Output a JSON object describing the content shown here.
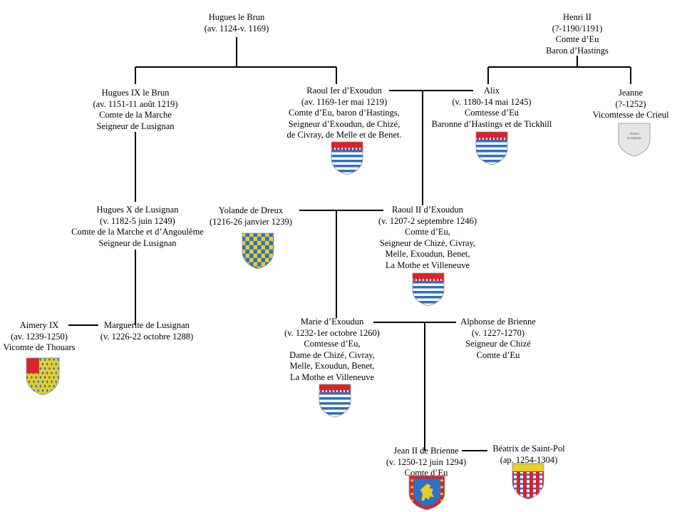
{
  "persons": [
    {
      "id": "hugues-le-brun",
      "lines": [
        "Hugues le Brun",
        "(av. 1124-v. 1169)"
      ]
    },
    {
      "id": "henri-ii",
      "lines": [
        "Henri II",
        "(?-1190/1191)",
        "Comte d’Eu",
        "Baron d’Hastings"
      ]
    },
    {
      "id": "hugues-ix",
      "lines": [
        "Hugues IX le Brun",
        "(av. 1151-11 août 1219)",
        "Comte de la Marche",
        "Seigneur de Lusignan"
      ]
    },
    {
      "id": "raoul-i",
      "lines": [
        "Raoul Ier d’Exoudun",
        "(av. 1169-1er mai 1219)",
        "Comte d’Eu, baron d’Hastings,",
        "Seigneur d’Exoudun, de Chizé,",
        "de Civray, de Melle et de Benet."
      ]
    },
    {
      "id": "alix",
      "lines": [
        "Alix",
        "(v. 1180-14 mai 1245)",
        "Comtesse d’Eu",
        "Baronne d’Hastings et de Tickhill"
      ]
    },
    {
      "id": "jeanne",
      "lines": [
        "Jeanne",
        "(?-1252)",
        "Vicomtesse de Crieul"
      ]
    },
    {
      "id": "hugues-x",
      "lines": [
        "Hugues X de Lusignan",
        "(v. 1182-5 juin 1249)",
        "Comte de la Marche et d’Angoulême",
        "Seigneur de Lusignan"
      ]
    },
    {
      "id": "yolande",
      "lines": [
        "Yolande de Dreux",
        "(1216-26 janvier 1239)"
      ]
    },
    {
      "id": "raoul-ii",
      "lines": [
        "Raoul II d’Exoudun",
        "(v. 1207-2 septembre 1246)",
        "Comte d’Eu,",
        "Seigneur de Chizé, Civray,",
        "Melle, Exoudun, Benet,",
        "La Mothe et Villeneuve"
      ]
    },
    {
      "id": "aimery-ix",
      "lines": [
        "Aimery IX",
        "(av. 1239-1250)",
        "Vicomte de Thouars"
      ]
    },
    {
      "id": "marguerite",
      "lines": [
        "Marguerite de Lusignan",
        "(v. 1226-22 octobre 1288)"
      ]
    },
    {
      "id": "marie",
      "lines": [
        "Marie d’Exoudun",
        "(v. 1232-1er octobre 1260)",
        "Comtesse d’Eu,",
        "Dame de Chizé, Civray,",
        "Melle, Exoudun, Benet,",
        "La Mothe et Villeneuve"
      ]
    },
    {
      "id": "alphonse",
      "lines": [
        "Alphonse de Brienne",
        "(v. 1227-1270)",
        "Seigneur de Chizé",
        "Comte d’Eu"
      ]
    },
    {
      "id": "jean-ii",
      "lines": [
        "Jean II de Brienne",
        "(v. 1250-12 juin 1294)",
        "Comte d’Eu"
      ]
    },
    {
      "id": "beatrix",
      "lines": [
        "Béatrix de Saint-Pol",
        "(ap. 1254-1304)"
      ]
    }
  ],
  "shields": [
    {
      "id": "raoul-i-arms",
      "type": "burelle"
    },
    {
      "id": "alix-arms",
      "type": "burelle"
    },
    {
      "id": "jeanne-arms",
      "type": "unknown",
      "label_lines": [
        "Armes",
        "inconnues"
      ]
    },
    {
      "id": "yolande-arms",
      "type": "checky"
    },
    {
      "id": "raoul-ii-arms",
      "type": "burelle"
    },
    {
      "id": "aimery-arms",
      "type": "thouars"
    },
    {
      "id": "marie-arms",
      "type": "burelle"
    },
    {
      "id": "jean-ii-arms",
      "type": "brienne"
    },
    {
      "id": "beatrix-arms",
      "type": "saintpol"
    }
  ],
  "colors": {
    "line": "#000000",
    "azure": "#2f6fc4",
    "argent": "#ffffff",
    "gules": "#d8232a",
    "or": "#e7cf2a",
    "unknown": "#e6e6e6"
  }
}
